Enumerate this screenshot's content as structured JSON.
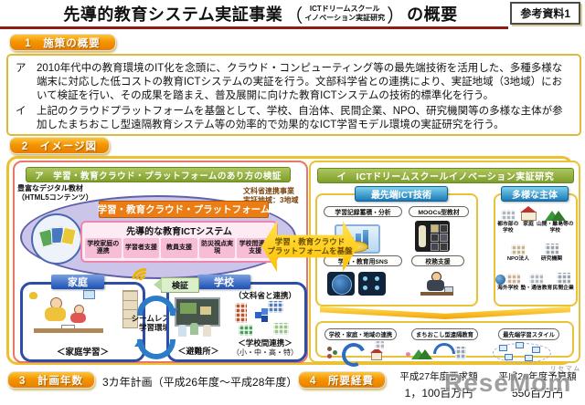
{
  "header": {
    "title_main": "先導的教育システム実証事業",
    "paren_open": "（",
    "paren_line1": "ICTドリームスクール",
    "paren_line2": "イノベーション実証研究",
    "paren_close": "）",
    "title_suffix": "の概要",
    "badge": "参考資料1"
  },
  "section1": {
    "heading": "1　施策の概要",
    "para_a": "ア　2010年代中の教育環境のIT化を念頭に、クラウド・コンピューティング等の最先端技術を活用した、多種多様な端末に対応した低コストの教育ICTシステムの実証を行う。文部科学省との連携により、実証地域（3地域）において検証を行い、その成果を踏まえ、普及展開に向けた教育ICTシステムの技術的標準化を行う。",
    "para_i": "イ　上記のクラウドプラットフォームを基盤として、学校、自治体、民間企業、NPO、研究機関等の多様な主体が参加したまちおこし型遠隔教育システム等の効率的で効果的なICT学習モデル環境の実証研究を行う。"
  },
  "section2": {
    "heading": "2　イメージ図",
    "left_panel": {
      "header": "ア　学習・教育クラウド・プラットフォームのあり方の検証",
      "digital_note1": "豊富なデジタル教材",
      "digital_note2": "（HTML5コンテンツ）",
      "monka_note1": "文科省連携事業",
      "monka_note2": "実証地域：3地域",
      "platform_label": "学習・教育クラウド・プラットフォーム",
      "ict_title": "先導的な教育ICTシステム",
      "ict_cells": [
        "学校家庭の連携",
        "学習者支援",
        "教員支援",
        "防災視点実現",
        "学校間連携支援"
      ],
      "home_label": "家庭",
      "home_caption": "＜家庭学習＞",
      "kensho_label": "検証",
      "seamless_label": "シームレスな学習環境",
      "school_label": "学校",
      "school_note": "（文科省と連携）",
      "shelter_caption": "＜避難所＞",
      "link_caption1": "＜学校間連携＞",
      "link_caption2": "（小・中・高・特）"
    },
    "bridge_arrow_line1": "学習・教育クラウド",
    "bridge_arrow_line2": "プラットフォームを基盤",
    "right_panel": {
      "header": "イ　ICTドリームスクールイノベーション実証研究",
      "tech_header": "最先端ICT技術",
      "tech_items": [
        "学習記録蓄積・分析",
        "MOOCs型教材",
        "学習・教育用SNS",
        "校務支援"
      ],
      "entities_header": "多様な主体",
      "entities_items": [
        "都市部の学校",
        "家庭",
        "山間・離島等の学校",
        "NPO法人",
        "研究機関",
        "海外学校",
        "塾・通信教育",
        "民間企業"
      ],
      "outcomes": [
        "学校・家庭・地域の連携",
        "まちおこし型遠隔教育",
        "最先端学習スタイル"
      ]
    }
  },
  "section3": {
    "heading": "3　計画年数",
    "text": "3カ年計画（平成26年度～平成28年度）"
  },
  "section4": {
    "heading": "4　所要経費",
    "request_label": "平成27年度要求額",
    "request_value": "1，100百万円",
    "budget_label": "平成26年度予算額",
    "budget_value": "550百万円"
  },
  "watermark": {
    "kana": "リセマム",
    "name": "ReseMom"
  },
  "icons": {
    "digital-textbooks-icon": "circle with colored book shapes",
    "cloud-icon": "lavender cloud ellipse",
    "wifi-icon": "gold signal arcs",
    "cycle-arrows-icon": "blue circular arrows",
    "bridge-arrow-icon": "yellow double-headed arrow",
    "down-arrow-icon": "yellow chevron band",
    "chart-coins-icon": "bar chart with gold coin",
    "moocs-icon": "dark tablet with grid",
    "globe-icon": "globe on dark square",
    "sns-icon": "people network on dark square",
    "teacher-desk-icon": "person at desk",
    "building-icon": "gray building with windows",
    "house-icon": "red roof house",
    "mountain-icon": "green mountains",
    "puzzle-icon": "blue puzzle pieces",
    "network-icon": "dashed network ellipse"
  },
  "colors": {
    "accent_orange": "#f29100",
    "header_line": "#8c1c14",
    "gold_border": "#ecc030",
    "panel_red_border": "#e8776b",
    "green_header": "#85a434",
    "platform_orange": "#ec7d15",
    "pink_cell": "#f7bcd6",
    "blue_label": "#1c50b4",
    "tech_header_blue": "#1a7ab8",
    "arrow_yellow": "#fecf12"
  }
}
